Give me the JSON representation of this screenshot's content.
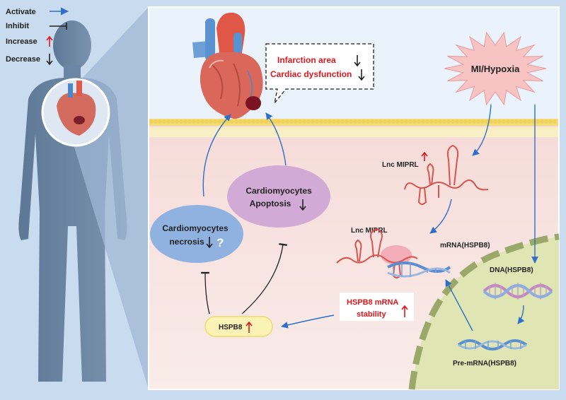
{
  "legend": {
    "activate": "Activate",
    "inhibit": "Inhibit",
    "increase": "Increase",
    "decrease": "Decrease"
  },
  "outcome": {
    "line1": "Infarction area",
    "line2": "Cardiac dysfunction"
  },
  "stimulus": "MI/Hypoxia",
  "lnc_label_top": "Lnc MIPRL",
  "lnc_label_mid": "Lnc MIPRL",
  "mrna_label": "mRNA(HSPB8)",
  "dna_label": "DNA(HSPB8)",
  "pre_mrna_label": "Pre-mRNA(HSPB8)",
  "stability": {
    "line1": "HSPB8 mRNA",
    "line2": "stability"
  },
  "protein": "HSPB8",
  "apoptosis": {
    "line1": "Cardiomyocytes",
    "line2": "Apoptosis"
  },
  "necrosis": {
    "line1": "Cardiomyocytes",
    "line2": "necrosis",
    "unknown": "?"
  },
  "colors": {
    "activate": "#2f6fc9",
    "increase": "#e3151b",
    "membrane": "#f0d25a",
    "cytoplasm": "#f7e3e0",
    "nucleus": "#dfe6b4",
    "necrosis": "#8fb2e0",
    "apoptosis": "#d2aad6"
  }
}
